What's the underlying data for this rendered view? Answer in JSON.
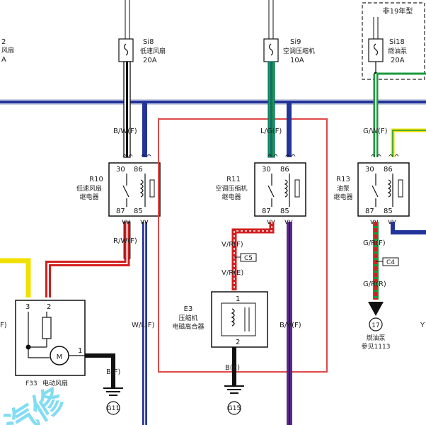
{
  "fuses": [
    {
      "id": "Si8",
      "name": "低速风扇",
      "rating": "20A"
    },
    {
      "id": "Si9",
      "name": "空调压缩机",
      "rating": "10A"
    },
    {
      "id": "Si18",
      "name": "燃油泵",
      "rating": "20A"
    }
  ],
  "left_fuse_partial": {
    "id": "2",
    "name": "风扇",
    "rating": "A"
  },
  "variant_box": "非19年型",
  "wires": {
    "bw_f": "B/W(F)",
    "lg_f": "L/G(F)",
    "gw_f": "G/W(F)",
    "rw_f": "R/W(F)",
    "vr_f": "V/R(F)",
    "vr_e": "V/R(E)",
    "gr_f": "G/R(F)",
    "gr_r": "G/R(R)",
    "wl_f": "W/L(F)",
    "bv_f": "B/V(F)",
    "b_f": "B(F)",
    "b_e": "B(E)",
    "left_f": "F)",
    "right_y": "Y"
  },
  "relays": [
    {
      "id": "R10",
      "name": "低速风扇",
      "sub": "继电器"
    },
    {
      "id": "R11",
      "name": "空调压缩机",
      "sub": "继电器"
    },
    {
      "id": "R13",
      "name": "油泵",
      "sub": "继电器"
    }
  ],
  "relay_pins": {
    "p30": "30",
    "p86": "86",
    "p87": "87",
    "p85": "85"
  },
  "connectors": {
    "c5": "C5",
    "c4": "C4"
  },
  "clutch": {
    "id": "E3",
    "name1": "压缩机",
    "name2": "电磁离合器",
    "pin1": "1",
    "pin2": "2"
  },
  "fan_motor": {
    "id": "F33",
    "name": "电动风扇",
    "motor": "M",
    "pin1": "1",
    "pin2": "2",
    "pin3": "3"
  },
  "grounds": {
    "g11": "G11",
    "g15": "G15"
  },
  "fuel_pump_ref": {
    "num": "17",
    "name": "燃油泵",
    "ref": "参见1113"
  },
  "watermark": "汽修",
  "colors": {
    "highlight_box": "#e04848",
    "blue": "#22339a",
    "green": "#1a9a3c",
    "teal": "#0f6e6e",
    "red": "#d21e1e",
    "yellow": "#f2e000",
    "violet": "#5a2a8a",
    "black": "#111111"
  }
}
